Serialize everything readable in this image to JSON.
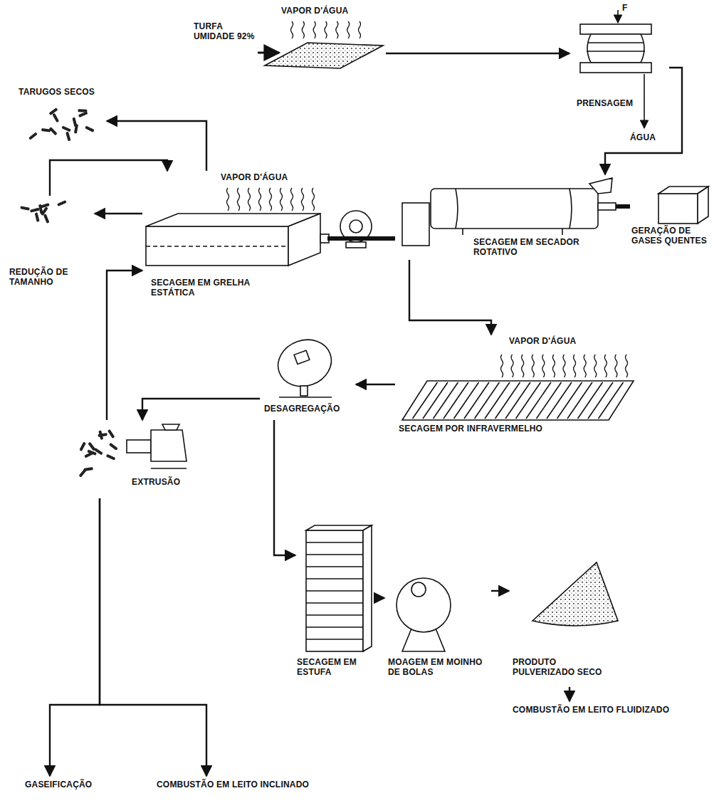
{
  "diagram": {
    "nodes": [
      {
        "text": [
          "TURFA UMIDADE 92%",
          "VAPOR D'ÁGUA"
        ]
      },
      {
        "text": [
          "PRENSAGEM"
        ]
      },
      {
        "text": [
          "SECAGEM EM SECADOR ROTATIVO"
        ]
      },
      {
        "text": [
          "GERAÇÃO DE GASES QUENTES"
        ]
      },
      {
        "text": [
          "VAPOR D'ÁGUA",
          "SECAGEM EM GRELHA ESTÁTICA"
        ]
      },
      {
        "text": [
          "TARUGOS SECOS"
        ]
      },
      {
        "text": [
          "REDUÇÃO DE TAMANHO"
        ]
      },
      {
        "text": [
          "VAPOR D'ÁGUA",
          "SECAGEM POR INFRAVERMELHO"
        ]
      },
      {
        "text": [
          "DESAGREGAÇÃO"
        ]
      },
      {
        "text": [
          "EXTRUSÃO"
        ]
      },
      {
        "text": [
          "SECAGEM EM ESTUFA"
        ]
      },
      {
        "text": [
          "MOAGEM EM MOINHO DE BOLAS"
        ]
      },
      {
        "text": [
          "PRODUTO PULVERIZADO SECO"
        ]
      },
      {
        "text": [
          "COMBUSTÃO EM LEITO FLUIDIZADO"
        ]
      },
      {
        "text": [
          "GASEIFICAÇÃO"
        ]
      },
      {
        "text": [
          "COMBUSTÃO EM LEITO INCLINADO"
        ]
      }
    ],
    "edges": [
      {
        "from": 0,
        "to": 1,
        "arrow": "to"
      },
      {
        "from": 1,
        "to": 2,
        "arrow": "to"
      },
      {
        "from": 2,
        "to": 3,
        "arrow": "none"
      },
      {
        "from": 4,
        "to": 2,
        "arrow": "none"
      },
      {
        "from": 4,
        "to": 5,
        "arrow": "to"
      },
      {
        "from": 4,
        "to": 6,
        "arrow": "to"
      },
      {
        "from": 6,
        "to": 4,
        "arrow": "to"
      },
      {
        "from": 9,
        "to": 4,
        "arrow": "to"
      },
      {
        "from": 2,
        "to": 7,
        "arrow": "to"
      },
      {
        "from": 7,
        "to": 8,
        "arrow": "to"
      },
      {
        "from": 8,
        "to": 9,
        "arrow": "to"
      },
      {
        "from": 8,
        "to": 10,
        "arrow": "to"
      },
      {
        "from": 9,
        "to": 14,
        "arrow": "to"
      },
      {
        "from": 9,
        "to": 15,
        "arrow": "to"
      },
      {
        "from": 10,
        "to": 11,
        "arrow": "to"
      },
      {
        "from": 11,
        "to": 12,
        "arrow": "to"
      },
      {
        "from": 12,
        "to": 13,
        "arrow": "to"
      }
    ],
    "labels": [
      "F",
      "ÁGUA"
    ]
  }
}
